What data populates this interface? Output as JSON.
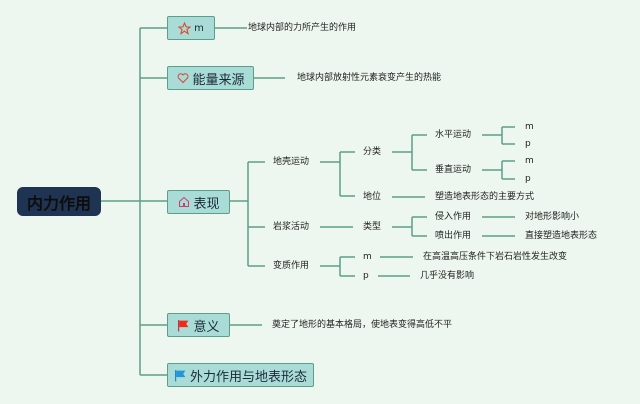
{
  "root": "内力作用",
  "branches": [
    {
      "label": "m",
      "icon": "star-icon",
      "note": "地球内部的力所产生的作用"
    },
    {
      "label": "能量来源",
      "icon": "heart-icon",
      "note": "地球内部放射性元素衰变产生的热能"
    },
    {
      "label": "表现",
      "icon": "home-icon"
    },
    {
      "label": "意义",
      "icon": "red-flag-icon",
      "note": "奠定了地形的基本格局，使地表变得高低不平"
    },
    {
      "label": "外力作用与地表形态",
      "icon": "blue-flag-icon"
    }
  ],
  "expression": {
    "crust": {
      "label": "地壳运动",
      "classify": "分类",
      "horizontal": "水平运动",
      "vertical": "垂直运动",
      "m": "m",
      "p": "p",
      "status": "地位",
      "status_note": "塑造地表形态的主要方式"
    },
    "magma": {
      "label": "岩浆活动",
      "type": "类型",
      "intrusion": "侵入作用",
      "intrusion_note": "对地形影响小",
      "eruption": "喷出作用",
      "eruption_note": "直接塑造地表形态"
    },
    "meta": {
      "label": "变质作用",
      "m": "m",
      "m_note": "在高温高压条件下岩石岩性发生改变",
      "p": "p",
      "p_note": "几乎没有影响"
    }
  },
  "colors": {
    "line": "#5c9f88",
    "node": "#a9dcd6",
    "root": "#1f3352"
  }
}
